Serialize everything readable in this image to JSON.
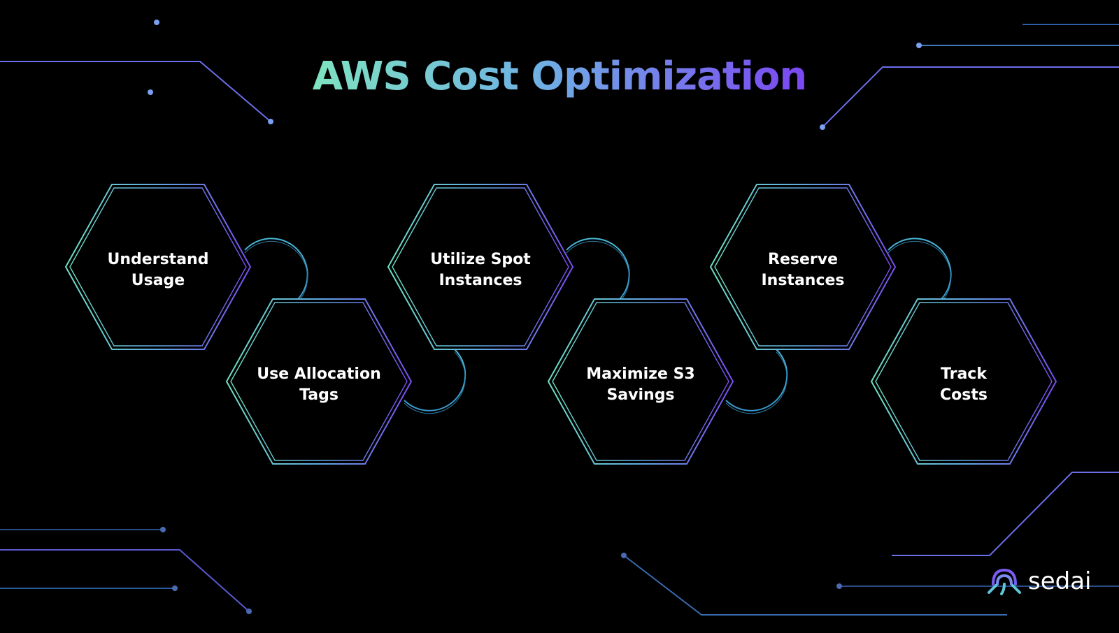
{
  "title": "AWS Cost Optimization",
  "colors": {
    "background": "#000000",
    "gradient_start": "#7fe0c2",
    "gradient_mid": "#6fb0e6",
    "gradient_end": "#7a4cf0",
    "circuit_line": "#5a6bd8",
    "circuit_teal": "#3fa8b0"
  },
  "steps": [
    {
      "label_line1": "Understand",
      "label_line2": "Usage"
    },
    {
      "label_line1": "Use Allocation",
      "label_line2": "Tags"
    },
    {
      "label_line1": "Utilize Spot",
      "label_line2": "Instances"
    },
    {
      "label_line1": "Maximize S3",
      "label_line2": "Savings"
    },
    {
      "label_line1": "Reserve",
      "label_line2": "Instances"
    },
    {
      "label_line1": "Track",
      "label_line2": "Costs"
    }
  ],
  "logo": {
    "text": "sedai",
    "icon": "sedai-logo-icon"
  }
}
